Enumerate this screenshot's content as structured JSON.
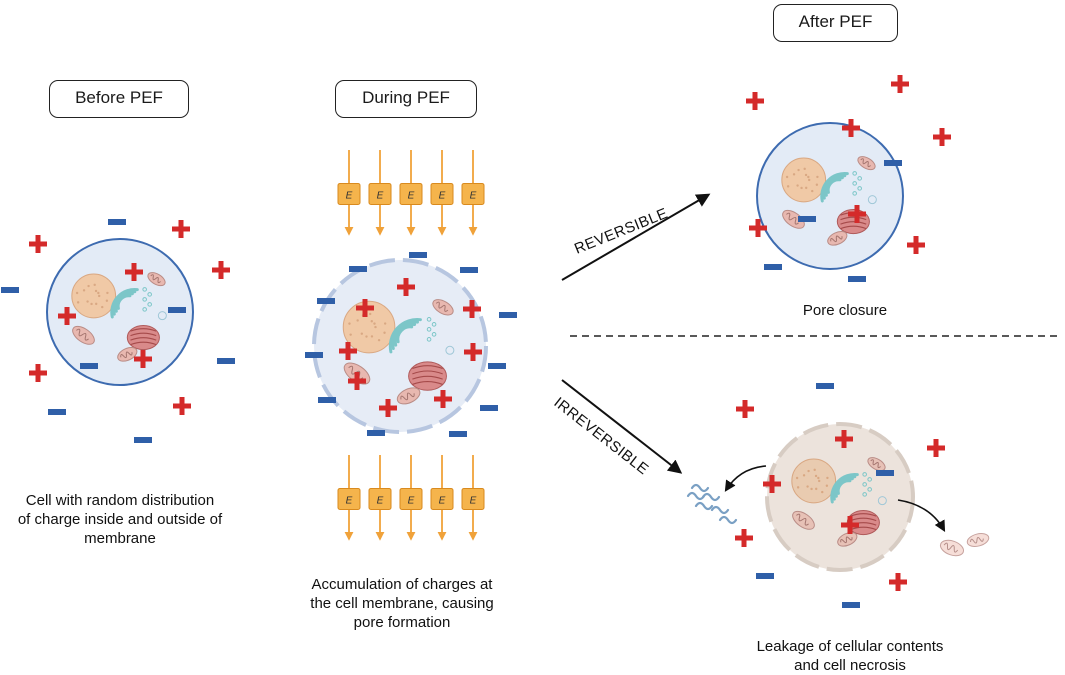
{
  "stages": {
    "before": {
      "label": "Before PEF"
    },
    "during": {
      "label": "During PEF"
    },
    "after": {
      "label": "After PEF"
    }
  },
  "field_marker": "E",
  "paths": {
    "reversible": {
      "label": "REVERSIBLE"
    },
    "irreversible": {
      "label": "IRREVERSIBLE"
    }
  },
  "captions": {
    "before": [
      "Cell with random distribution",
      "of charge inside and outside of",
      "membrane"
    ],
    "during": [
      "Accumulation of charges at",
      "the cell membrane, causing",
      "pore formation"
    ],
    "reversible": [
      "Pore closure"
    ],
    "irreversible": [
      "Leakage of cellular contents",
      "and cell necrosis"
    ]
  },
  "colors": {
    "positive_charge": "#d42a2a",
    "negative_charge": "#2f5fa8",
    "field_arrow": "#f0a23a",
    "field_box": "#f5b44c",
    "membrane": "#3d6bb0",
    "cytoplasm": "#e3ebf6",
    "nucleus": "#f0c9a6",
    "mitochondria": "#e8b8b0",
    "golgi": "#7cc6c8",
    "necrotic_cytoplasm": "#ece3dc"
  }
}
